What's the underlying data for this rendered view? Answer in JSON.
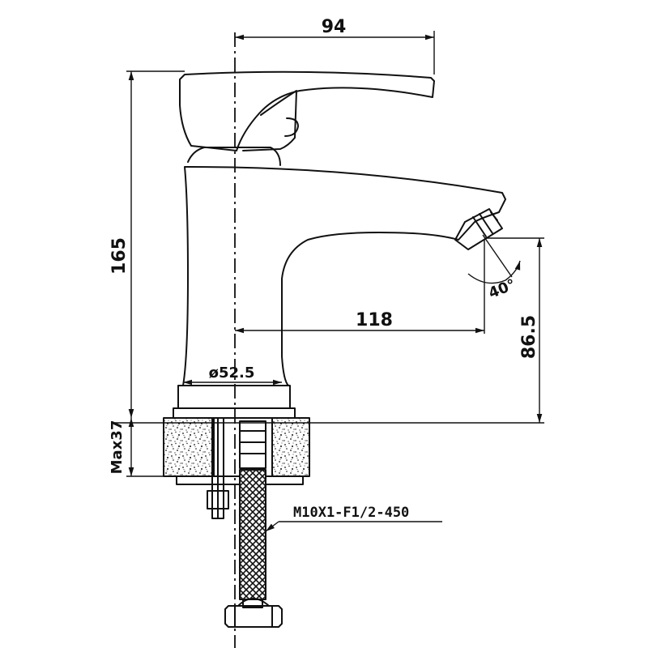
{
  "dimensions": {
    "width_top": "94",
    "total_height": "165",
    "spout_reach": "118",
    "spout_height": "86.5",
    "base_diameter": "ø52.5",
    "max_thickness": "Max37",
    "aerator_angle": "40°"
  },
  "hose_label": "M10X1-F1/2-450",
  "colors": {
    "line": "#111111",
    "background": "#ffffff"
  }
}
